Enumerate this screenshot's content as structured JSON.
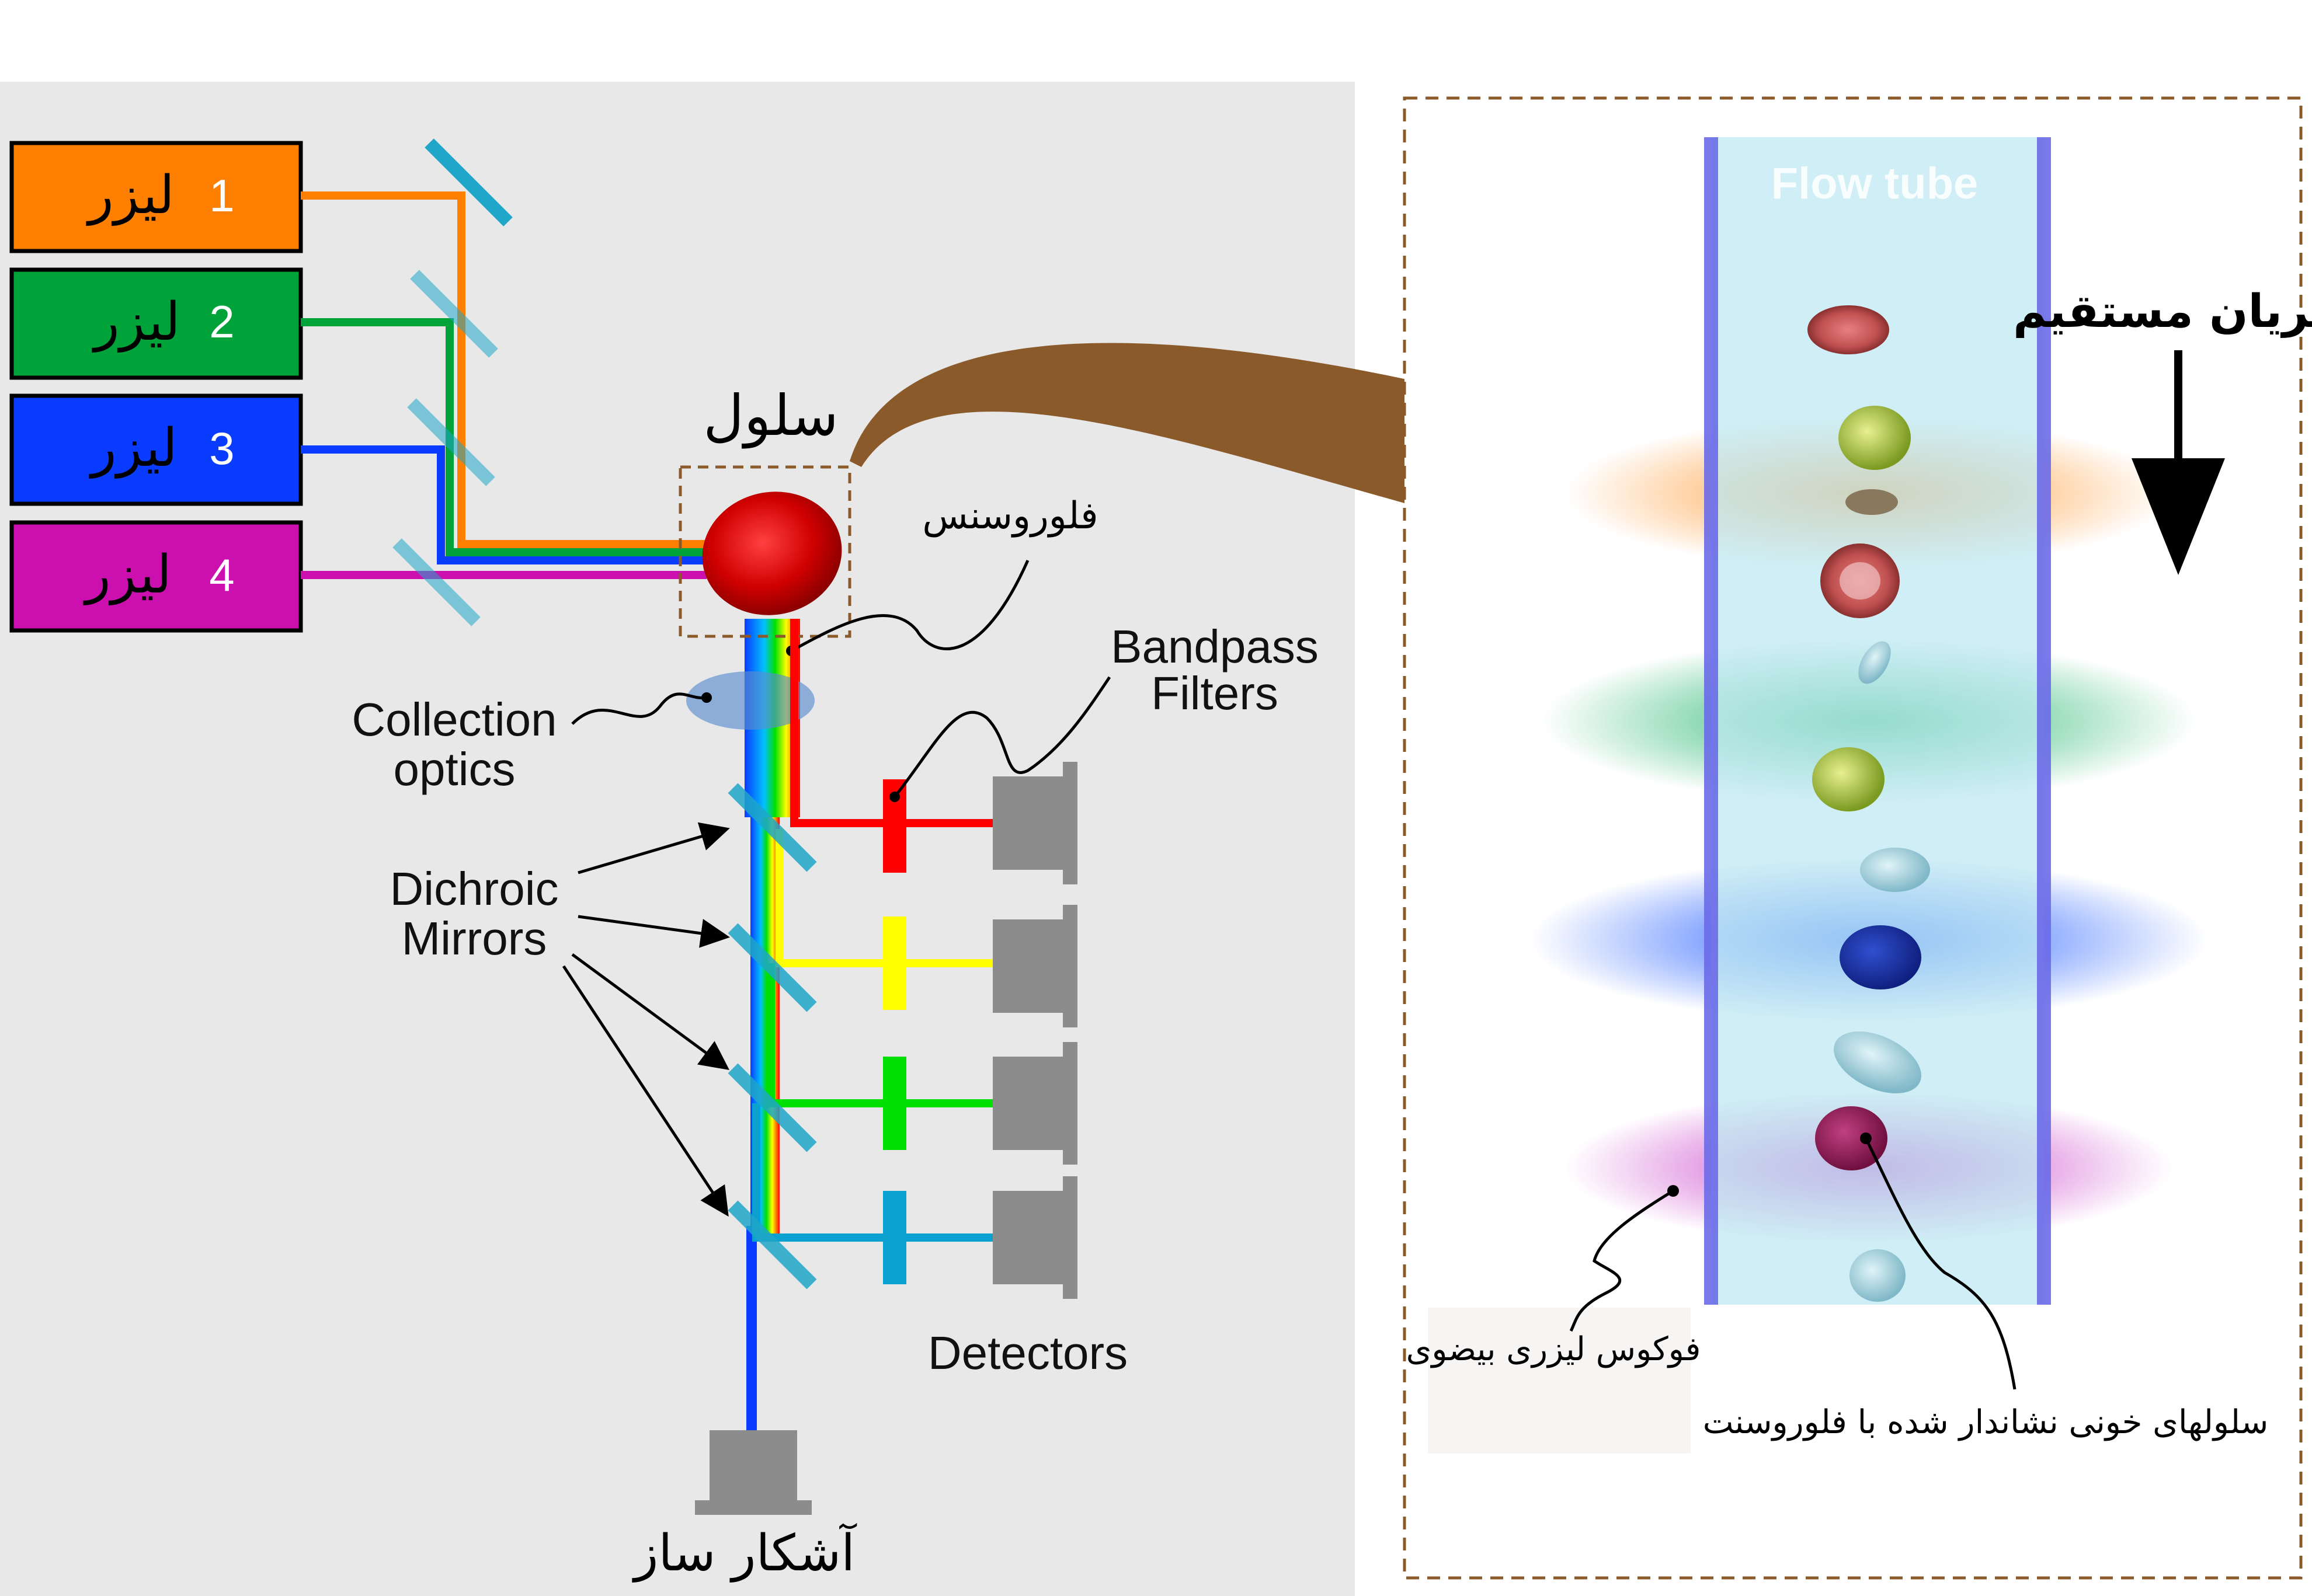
{
  "lasers": [
    {
      "number": "1",
      "label": "لیزر",
      "color": "#ff8000"
    },
    {
      "number": "2",
      "label": "لیزر",
      "color": "#00a23a"
    },
    {
      "number": "3",
      "label": "لیزر",
      "color": "#0a3cff"
    },
    {
      "number": "4",
      "label": "لیزر",
      "color": "#cc10b0"
    }
  ],
  "labels": {
    "cell": "سلول",
    "fluorescence": "فلوروسنس",
    "collection_optics_line1": "Collection",
    "collection_optics_line2": "optics",
    "bandpass_line1": "Bandpass",
    "bandpass_line2": "Filters",
    "dichroic_line1": "Dichroic",
    "dichroic_line2": "Mirrors",
    "detectors": "Detectors",
    "bottom_detector": "آشکار ساز"
  },
  "channel_colors": [
    "#ff0000",
    "#ffff00",
    "#00e000",
    "#0aa0d0"
  ],
  "flow_panel": {
    "tube_label": "Flow tube",
    "flow_direction": "جریان مستقیم",
    "laser_focus": "فوکوس لیزری بیضوی",
    "labeled_cells": "سلولهای خونی نشاندار شده با فلوروسنت",
    "band_colors": [
      "#ff9020",
      "#10b060",
      "#1050ff",
      "#c020c0"
    ]
  },
  "colors": {
    "left_panel_bg": "#e8e8e8",
    "mirror": "#1fa6c8",
    "detector": "#8c8c8c",
    "big_arrow": "#8b5a2b",
    "tube": "#bfe8f2",
    "tube_wall": "#6a6ae8"
  }
}
